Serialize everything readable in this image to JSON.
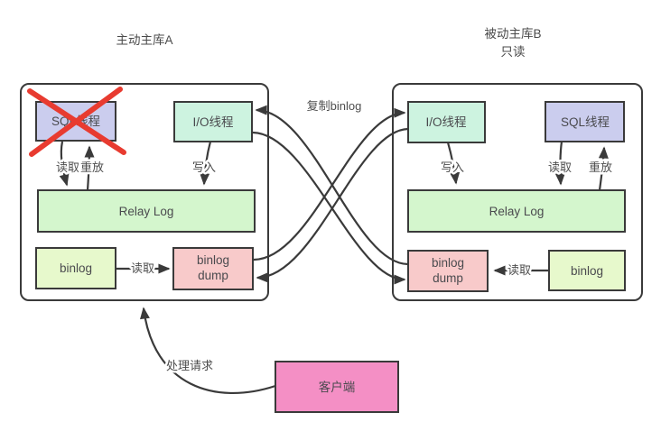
{
  "titles": {
    "left_server": "主动主库A",
    "right_server_line1": "被动主库B",
    "right_server_line2": "只读"
  },
  "boxes": {
    "sql_thread": "SQL线程",
    "io_thread": "I/O线程",
    "relay_log": "Relay Log",
    "binlog": "binlog",
    "binlog_dump_line1": "binlog",
    "binlog_dump_line2": "dump",
    "client": "客户端"
  },
  "labels": {
    "read": "读取",
    "replay": "重放",
    "write": "写入",
    "copy_binlog": "复制binlog",
    "handle_request": "处理请求"
  },
  "colors": {
    "sql_thread": "#cbcdee",
    "io_thread": "#cdf3e0",
    "relay_log": "#d4f6cd",
    "binlog": "#e7f9cc",
    "binlog_dump": "#f8caca",
    "client": "#f48fc5",
    "line": "#3a3a3a",
    "cross": "#e83b30"
  }
}
